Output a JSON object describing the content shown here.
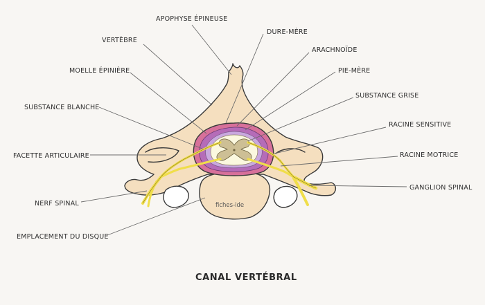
{
  "title": "CANAL VERTÉBRAL",
  "watermark": "fiches-ide",
  "labels": {
    "apophyse_epineuse": "APOPHYSE ÉPINEUSE",
    "vertebre": "VERTÈBRE",
    "dure_mere": "DURE-MÈRE",
    "arachnoide": "ARACHNOÏDE",
    "moelle_epiniere": "MOELLE ÉPINIÈRE",
    "pie_mere": "PIE-MÈRE",
    "substance_grise": "SUBSTANCE GRISE",
    "substance_blanche": "SUBSTANCE BLANCHE",
    "racine_sensitive": "RACINE SENSITIVE",
    "facette_articulaire": "FACETTE ARTICULAIRE",
    "racine_motrice": "RACINE MOTRICE",
    "ganglion_spinal": "GANGLION SPINAL",
    "nerf_spinal": "NERF SPINAL",
    "emplacement_disque": "EMPLACEMENT DU DISQUE"
  },
  "colors": {
    "bone": "#f5dfbf",
    "dura": "#d7709a",
    "arachnoid": "#b56cb8",
    "pia": "#c9a8de",
    "white_matter": "#fbf8df",
    "grey_matter": "#cdbf95",
    "nerve": "#f0de4a",
    "outline": "#3a3a3a"
  }
}
